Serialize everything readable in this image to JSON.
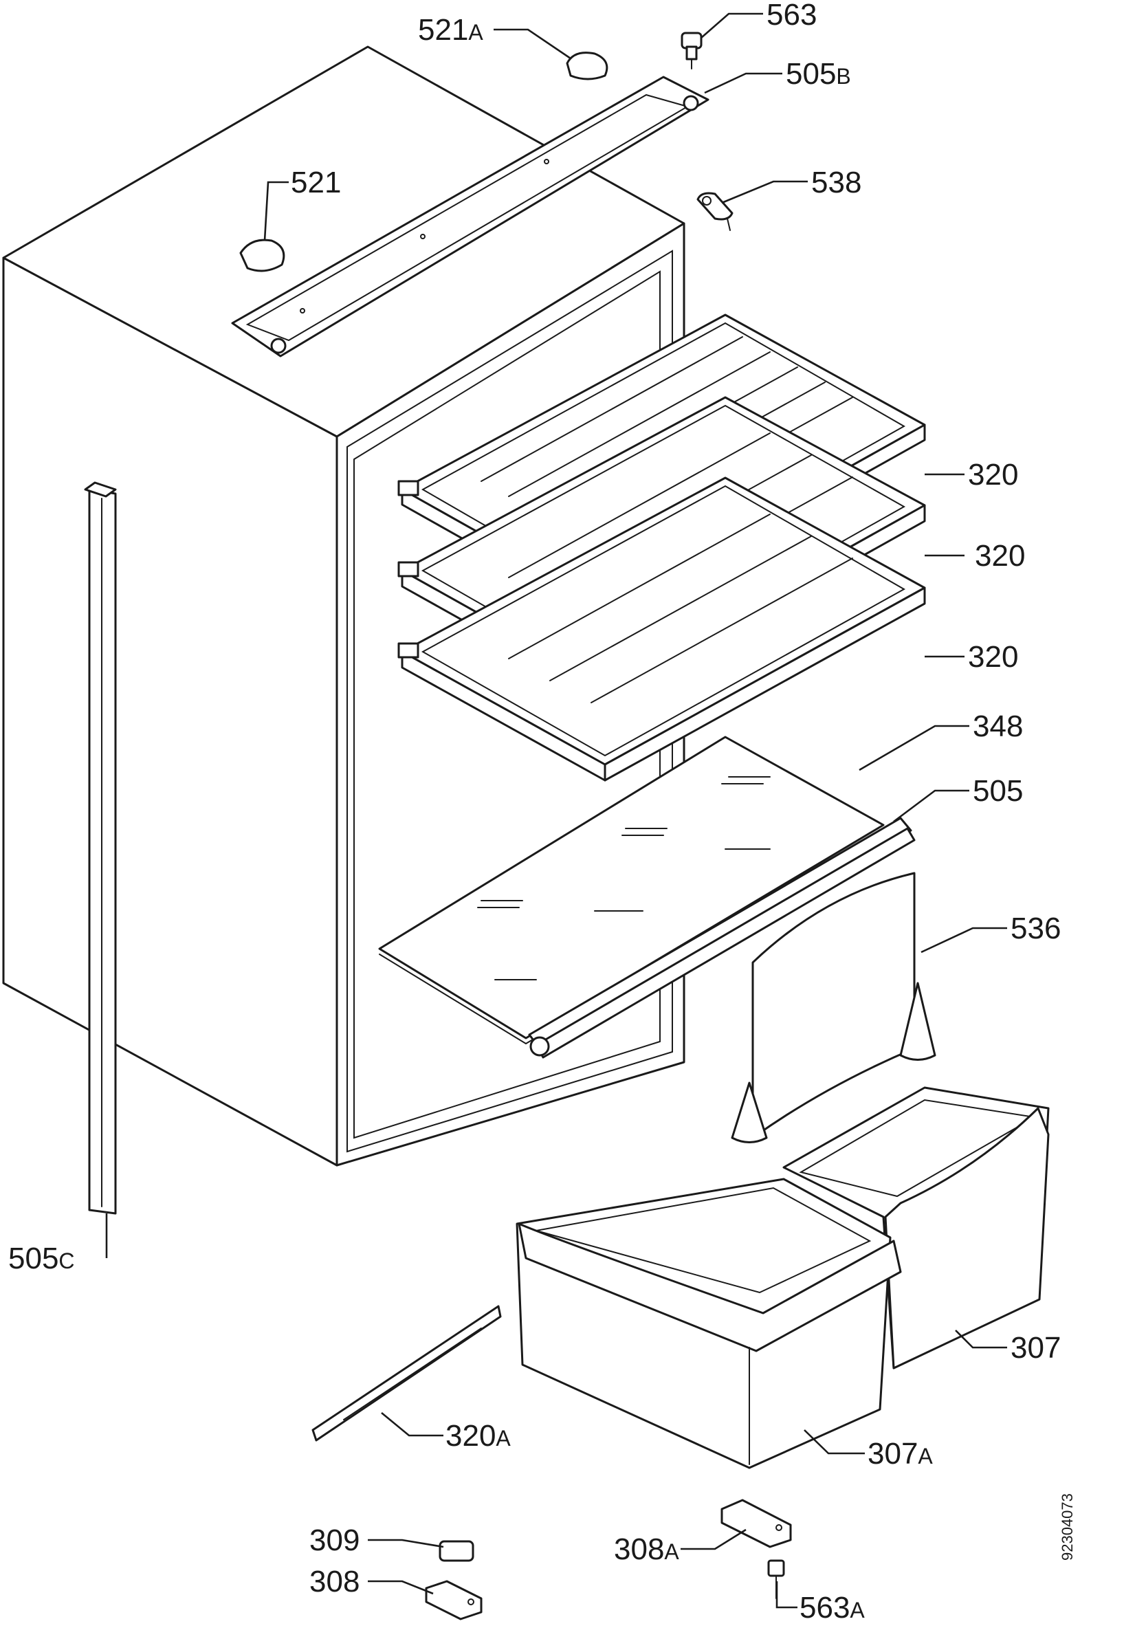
{
  "callouts": [
    {
      "id": "521a",
      "num": "521",
      "suffix": "A"
    },
    {
      "id": "563",
      "num": "563",
      "suffix": ""
    },
    {
      "id": "505b",
      "num": "505",
      "suffix": "B"
    },
    {
      "id": "521",
      "num": "521",
      "suffix": ""
    },
    {
      "id": "538",
      "num": "538",
      "suffix": ""
    },
    {
      "id": "320-1",
      "num": "320",
      "suffix": ""
    },
    {
      "id": "320-2",
      "num": "320",
      "suffix": ""
    },
    {
      "id": "320-3",
      "num": "320",
      "suffix": ""
    },
    {
      "id": "348",
      "num": "348",
      "suffix": ""
    },
    {
      "id": "505",
      "num": "505",
      "suffix": ""
    },
    {
      "id": "536",
      "num": "536",
      "suffix": ""
    },
    {
      "id": "505c",
      "num": "505",
      "suffix": "C"
    },
    {
      "id": "307",
      "num": "307",
      "suffix": ""
    },
    {
      "id": "320a",
      "num": "320",
      "suffix": "A"
    },
    {
      "id": "307a",
      "num": "307",
      "suffix": "A"
    },
    {
      "id": "309",
      "num": "309",
      "suffix": ""
    },
    {
      "id": "308a",
      "num": "308",
      "suffix": "A"
    },
    {
      "id": "308",
      "num": "308",
      "suffix": ""
    },
    {
      "id": "563a",
      "num": "563",
      "suffix": "A"
    }
  ],
  "document_number": "92304073"
}
